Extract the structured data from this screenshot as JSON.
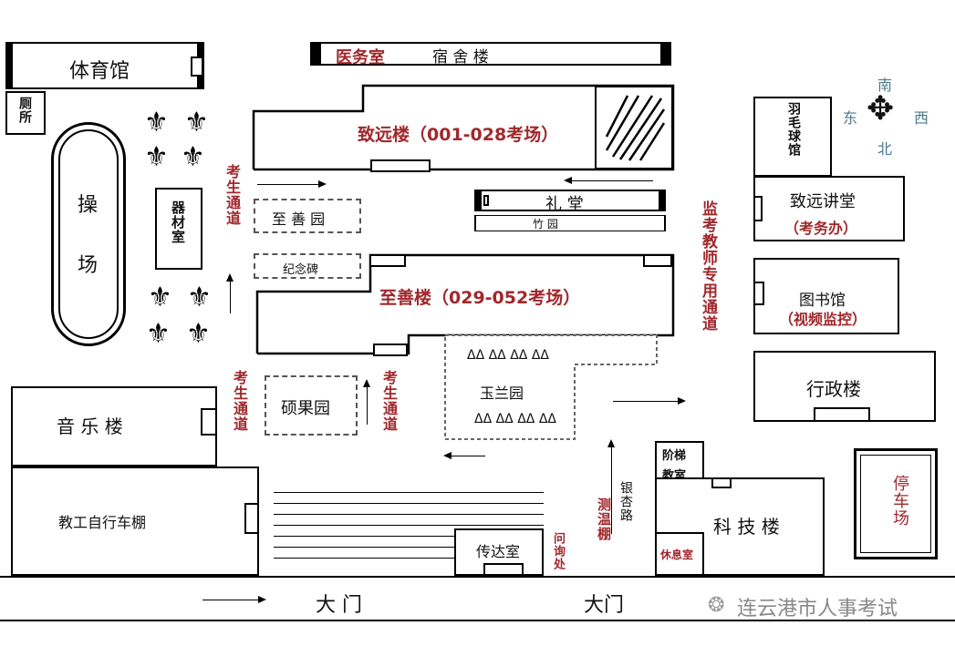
{
  "map": {
    "buildings": {
      "gym": "体育馆",
      "toilet": "厕所",
      "field": "操场",
      "equipment": "器材室",
      "clinic": "医务室",
      "dorm": "宿 舍 楼",
      "zhiyuan_building": "致远楼（001-028考场）",
      "hall": "礼  堂",
      "bamboo": "竹          园",
      "zhishan_garden": "至 善 园",
      "memorial": "纪念碑",
      "zhishan_building": "至善楼（029-052考场）",
      "badminton": "羽毛球馆",
      "lecture_hall": "致远讲堂",
      "exam_office": "（考务办）",
      "library": "图书馆",
      "video_monitor": "（视频监控）",
      "admin": "行政楼",
      "music": "音 乐 楼",
      "shuoguo": "硕果园",
      "yulan": "玉兰园",
      "bike_shed": "教工自行车棚",
      "lecture_room": "阶梯教室",
      "tech": "科 技 楼",
      "lounge": "休息室",
      "parking": "停车场",
      "guard": "传达室"
    },
    "labels": {
      "student_passage": "考生通道",
      "teacher_passage": "监考教师专用通道",
      "ginkgo_road": "银杏路",
      "temp_shed": "测温棚",
      "inquiry": "问询处",
      "gate": "大  门",
      "gate2": "大门"
    },
    "compass": {
      "south": "南",
      "east": "东",
      "west": "西",
      "north": "北"
    },
    "watermark": "连云港市人事考试",
    "colors": {
      "red": "#a0282c",
      "compass": "#4a7a8c"
    }
  }
}
